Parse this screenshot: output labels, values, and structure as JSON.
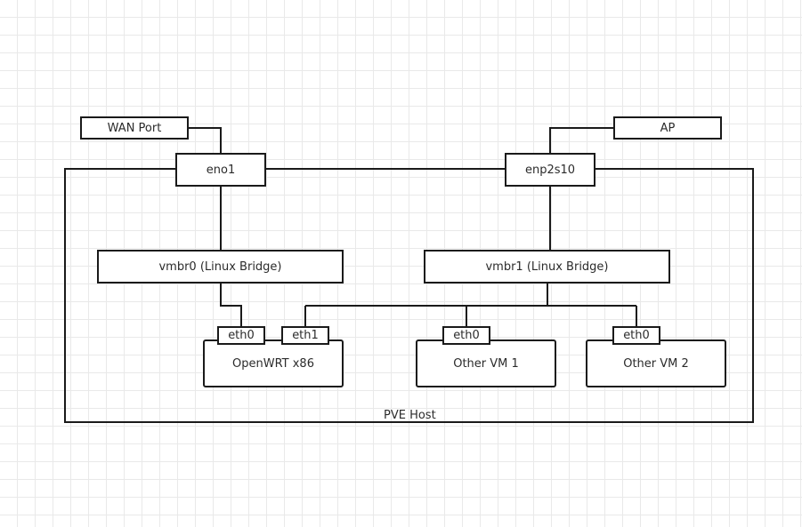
{
  "diagram": {
    "nodes": {
      "wan_port": "WAN Port",
      "ap": "AP",
      "eno1": "eno1",
      "enp2s10": "enp2s10",
      "vmbr0": "vmbr0 (Linux Bridge)",
      "vmbr1": "vmbr1 (Linux Bridge)",
      "openwrt": "OpenWRT x86",
      "other_vm1": "Other VM 1",
      "other_vm2": "Other VM 2",
      "pve_host": "PVE Host"
    },
    "ports": {
      "openwrt_eth0": "eth0",
      "openwrt_eth1": "eth1",
      "vm1_eth0": "eth0",
      "vm2_eth0": "eth0"
    },
    "edges": [
      [
        "wan_port",
        "eno1"
      ],
      [
        "ap",
        "enp2s10"
      ],
      [
        "eno1",
        "vmbr0"
      ],
      [
        "enp2s10",
        "vmbr1"
      ],
      [
        "vmbr0",
        "openwrt_eth0"
      ],
      [
        "vmbr1",
        "openwrt_eth1"
      ],
      [
        "vmbr1",
        "vm1_eth0"
      ],
      [
        "vmbr1",
        "vm2_eth0"
      ]
    ]
  }
}
